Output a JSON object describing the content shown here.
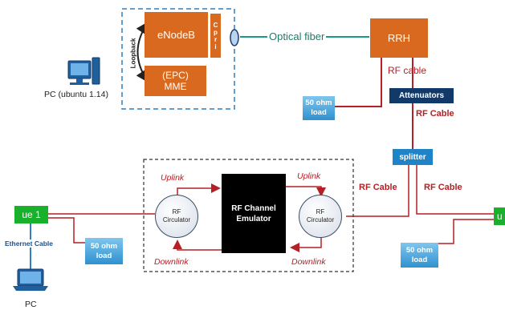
{
  "nodes": {
    "enodeb": "eNodeB",
    "cpri": "C\np\nr\ni",
    "epc_mme": "(EPC)\nMME",
    "loopback": "Loopback",
    "rrh": "RRH",
    "attenuators": "Attenuators",
    "splitter": "splitter",
    "load_top": "50 ohm\nload",
    "load_mid": "50 ohm\nload",
    "load_right": "50 ohm\nload",
    "ue1": "ue 1",
    "ue_right": "u",
    "emulator": "RF Channel\nEmulator",
    "circulator_left": "RF\nCirculator",
    "circulator_right": "RF\nCirculator"
  },
  "labels": {
    "optical_fiber": "Optical fiber",
    "rf_cable_top": "RF cable",
    "rf_cable_attn": "RF Cable",
    "rf_cable_left": "RF Cable",
    "rf_cable_right": "RF Cable",
    "uplink_left": "Uplink",
    "uplink_right": "Uplink",
    "downlink_left": "Downlink",
    "downlink_right": "Downlink",
    "pc_top": "PC (ubuntu 1.14)",
    "ethernet": "Ethernet Cable",
    "pc_bottom": "PC"
  },
  "colors": {
    "orange": "#d9691f",
    "navy": "#123a68",
    "splitter_blue": "#1f84c7",
    "green": "#19b02c",
    "red_cable": "#b42025",
    "fiber": "#1a9a84",
    "dash_blue": "#2e7fc1"
  },
  "icons": [
    "desktop-pc-icon",
    "laptop-pc-icon",
    "fiber-connector-icon",
    "loopback-arrow-icon"
  ]
}
